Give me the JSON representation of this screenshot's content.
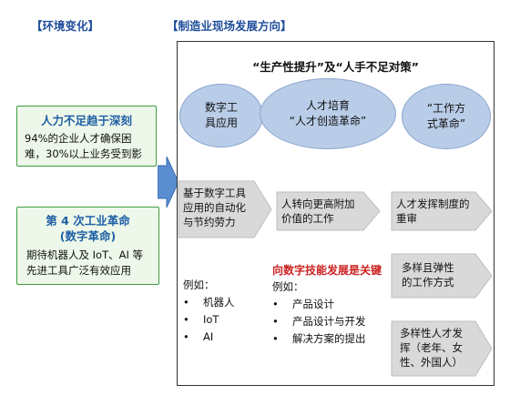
{
  "left_header": "【环境变化】",
  "right_header": "【制造业现场发展方向】",
  "left_box1": {
    "title": "人力不足趋于深刻",
    "line1": "94%的企业人才确保困",
    "line2": "难，30%以上业务受到影"
  },
  "left_box2": {
    "title_line1": "第 4 次工业革命",
    "title_line2": "(数字革命)",
    "line1": "期待机器人及 IoT、AI 等",
    "line2": "先进工具广泛有效应用"
  },
  "panel_title": "“生产性提升”及“人手不足对策”",
  "ellipses": [
    {
      "line1": "数字工",
      "line2": "具应用"
    },
    {
      "line1": "人才培育",
      "line2": "“人才创造革命”"
    },
    {
      "line1": "“工作方",
      "line2": "式革命”"
    }
  ],
  "arrows": [
    {
      "line1": "基于数字工具",
      "line2": "应用的自动化",
      "line3": "与节约劳力"
    },
    {
      "line1": "人转向更高附加",
      "line2": "价值的工作"
    },
    {
      "line1": "人才发挥制度的",
      "line2": "重审"
    }
  ],
  "col1_examples": {
    "heading": "例如：",
    "items": [
      "机器人",
      "IoT",
      "AI"
    ]
  },
  "col2_examples": {
    "red_note": "向数字技能发展是关键",
    "heading": "例如：",
    "items": [
      "产品设计",
      "产品设计与开发",
      "解决方案的提出"
    ]
  },
  "col3_boxes": [
    {
      "line1": "多样且弹性",
      "line2": "的工作方式"
    },
    {
      "line1": "多样性人才发",
      "line2": "挥（老年、女",
      "line3": "性、外国人）"
    }
  ],
  "bullet_char": "•",
  "colors": {
    "header_blue": "#1f4e9a",
    "green_border": "#3e9a3e",
    "ellipse_fill": "#b9cde8",
    "arrow_gray": "#d9d9d9",
    "big_arrow": "#5b8ed0",
    "red_note": "#cc2222"
  }
}
